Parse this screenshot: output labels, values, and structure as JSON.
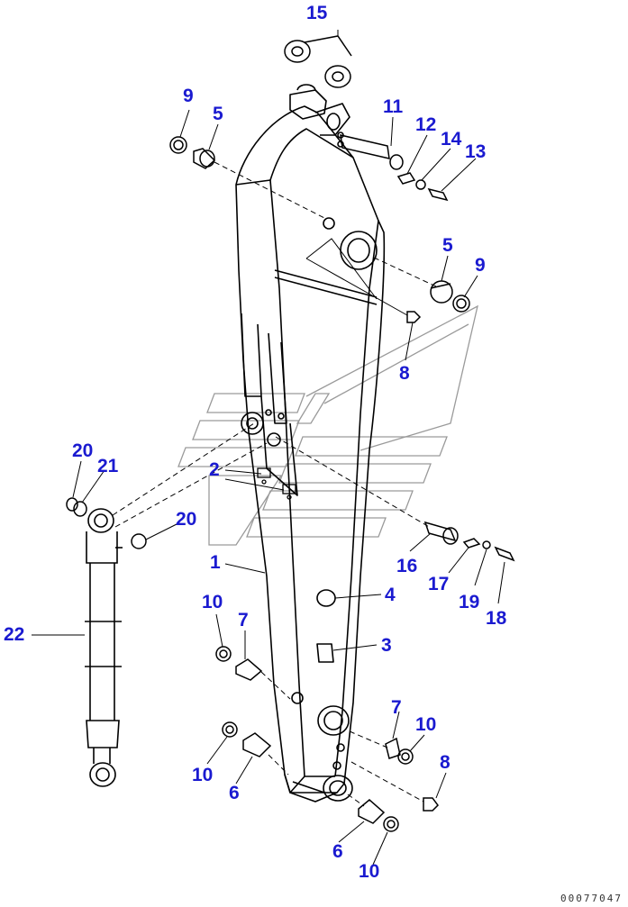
{
  "callouts": {
    "c15": "15",
    "c9a": "9",
    "c5a": "5",
    "c11": "11",
    "c12": "12",
    "c14": "14",
    "c13": "13",
    "c5b": "5",
    "c9b": "9",
    "c8a": "8",
    "c20a": "20",
    "c21": "21",
    "c2": "2",
    "c20b": "20",
    "c22": "22",
    "c1": "1",
    "c16": "16",
    "c17": "17",
    "c19": "19",
    "c18": "18",
    "c4": "4",
    "c10a": "10",
    "c7a": "7",
    "c3": "3",
    "c7b": "7",
    "c10b": "10",
    "c8b": "8",
    "c10c": "10",
    "c6a": "6",
    "c6b": "6",
    "c10d": "10"
  },
  "drawing_id": "00077047",
  "colors": {
    "callout": "#1a1ad0",
    "line": "#000000",
    "watermark": "#9a9a9a"
  }
}
